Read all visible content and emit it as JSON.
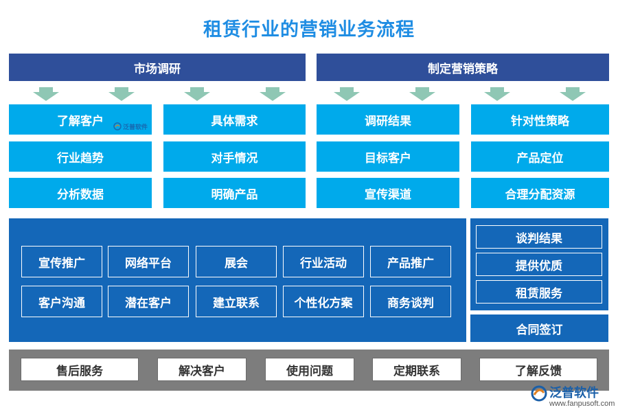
{
  "title": "租赁行业的营销业务流程",
  "headers": [
    "市场调研",
    "制定营销策略"
  ],
  "research_items": [
    [
      "了解客户",
      "具体需求"
    ],
    [
      "行业趋势",
      "对手情况"
    ],
    [
      "分析数据",
      "明确产品"
    ]
  ],
  "strategy_items": [
    [
      "调研结果",
      "针对性策略"
    ],
    [
      "目标客户",
      "产品定位"
    ],
    [
      "宣传渠道",
      "合理分配资源"
    ]
  ],
  "marketing_row1": [
    "宣传推广",
    "网络平台",
    "展会",
    "行业活动",
    "产品推广"
  ],
  "marketing_row2": [
    "客户沟通",
    "潜在客户",
    "建立联系",
    "个性化方案",
    "商务谈判"
  ],
  "negotiation_items": [
    "谈判结果",
    "提供优质",
    "租赁服务"
  ],
  "contract": "合同签订",
  "aftersales": [
    "售后服务",
    "解决客户",
    "使用问题",
    "定期联系",
    "了解反馈"
  ],
  "watermark": {
    "small": "泛普软件",
    "brand": "泛普软件",
    "url": "www.fanpusoft.com"
  },
  "colors": {
    "title": "#1f8de3",
    "header": "#2f4f9a",
    "cyan": "#00aaeb",
    "panel": "#1467b8",
    "arrow": "#8fc7b4",
    "gray": "#7d7d7d"
  }
}
